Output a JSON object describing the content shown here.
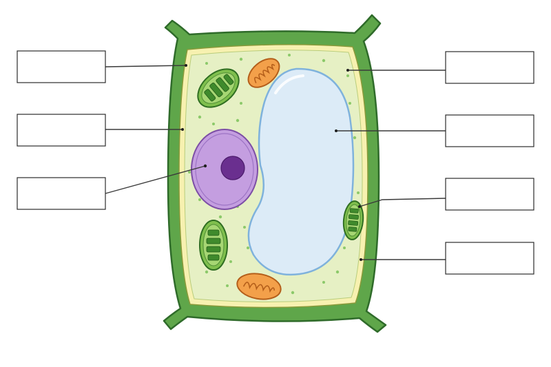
{
  "diagram": {
    "subject": "plant-cell",
    "colors": {
      "cell_wall": "#5fa64a",
      "cell_wall_outline": "#2f6b2a",
      "cell_membrane": "#f7f1b0",
      "cytoplasm": "#e6f0c4",
      "vacuole": "#dcebf7",
      "vacuole_outline": "#7fb2dc",
      "nucleus": "#c49ee0",
      "nucleus_outline": "#7d4ea6",
      "nucleolus": "#6a2f8f",
      "chloroplast": "#7fbf4d",
      "chloroplast_outline": "#2f6e22",
      "mitochondrion": "#f3a04a",
      "mitochondrion_outline": "#b45e1a",
      "granule": "#8cc96a"
    },
    "label_boxes": [
      {
        "id": "left-1",
        "text": ""
      },
      {
        "id": "left-2",
        "text": ""
      },
      {
        "id": "left-3",
        "text": ""
      },
      {
        "id": "right-1",
        "text": ""
      },
      {
        "id": "right-2",
        "text": ""
      },
      {
        "id": "right-3",
        "text": ""
      },
      {
        "id": "right-4",
        "text": ""
      }
    ]
  }
}
